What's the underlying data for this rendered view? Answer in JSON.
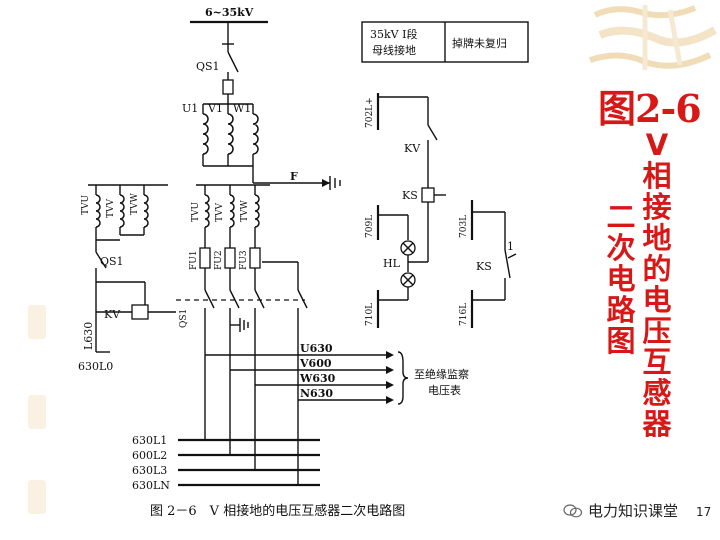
{
  "slide": {
    "figure_number": "图2-6",
    "title_line1": [
      "V",
      "相",
      "接",
      "地",
      "的",
      "电",
      "压",
      "互",
      "感",
      "器"
    ],
    "title_line2": [
      "二",
      "次",
      "电",
      "路",
      "图"
    ],
    "caption": "图 2－6　V 相接地的电压互感器二次电路图",
    "watermark": "电力知识课堂",
    "page_number": "17",
    "accent_color": "#d81717"
  },
  "diagram": {
    "bus_voltage": "6~35kV",
    "switch_qs1_top": "QS1",
    "phase_labels": [
      "U1",
      "V1",
      "W1"
    ],
    "signal_box": {
      "left": "35kV Ⅰ段\n母线接地",
      "left_line1": "35kV Ⅰ段",
      "left_line2": "母线接地",
      "right": "掉牌未复归"
    },
    "tv_labels": [
      "TVU",
      "TVV",
      "TVW"
    ],
    "tv_labels_right": [
      "TVU",
      "TVV",
      "TVW"
    ],
    "fuse_labels": [
      "FU1",
      "FU2",
      "FU3"
    ],
    "qs1_left": "QS1",
    "qs1_mid": "QS1",
    "kv_left": "KV",
    "kv_right": "KV",
    "ks_coil": "KS",
    "ks_contact": "KS",
    "hl_label": "HL",
    "f_label": "F",
    "contact_1": "1",
    "l630": "L630",
    "l630_0": "630L0",
    "control_bus": [
      "702L+",
      "709L",
      "710L",
      "703L",
      "716L"
    ],
    "outputs": [
      "U630",
      "V600",
      "W630",
      "N630"
    ],
    "output_dest_line1": "至绝缘监察",
    "output_dest_line2": "电压表",
    "bus_lines": [
      "630L1",
      "600L2",
      "630L3",
      "630LN"
    ]
  }
}
